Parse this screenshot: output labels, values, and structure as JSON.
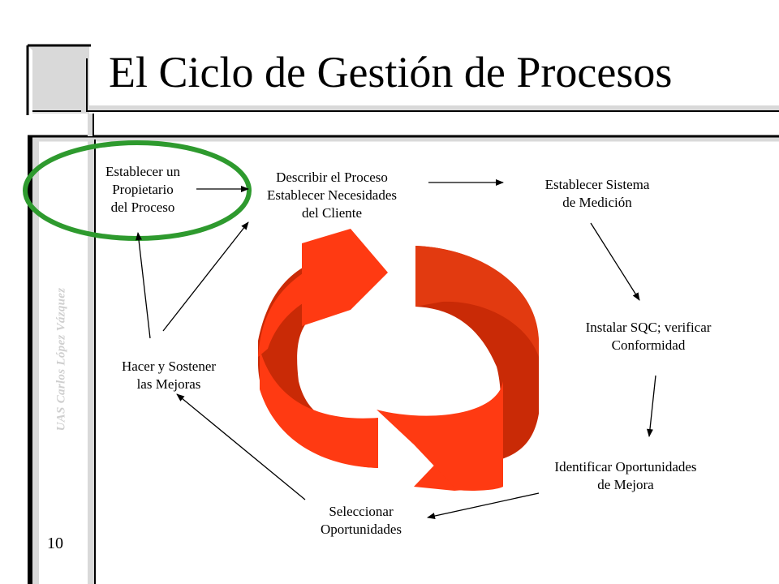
{
  "slide": {
    "title": "El Ciclo de Gestión de Procesos",
    "side_text": "UAS Carlos López Vázquez",
    "page_number": "10"
  },
  "steps": [
    {
      "lines": [
        "Establecer un",
        "Propietario",
        "del Proceso"
      ],
      "highlighted": true
    },
    {
      "lines": [
        "Describir el Proceso",
        "Establecer Necesidades",
        "del Cliente"
      ]
    },
    {
      "lines": [
        "Establecer Sistema",
        "de Medición"
      ]
    },
    {
      "lines": [
        "Instalar SQC; verificar",
        "Conformidad"
      ]
    },
    {
      "lines": [
        "Identificar Oportunidades",
        "de Mejora"
      ]
    },
    {
      "lines": [
        "Seleccionar",
        "Oportunidades"
      ]
    },
    {
      "lines": [
        "Hacer y Sostener",
        "las Mejoras"
      ]
    }
  ],
  "colors": {
    "highlight_ellipse": "#2e9a2e",
    "cycle_arrow_front": "#ff3a12",
    "cycle_arrow_back": "#c92a06",
    "frame": "#d8d8d8",
    "frame_edge": "#000000",
    "side_text": "#cfcfcf"
  }
}
